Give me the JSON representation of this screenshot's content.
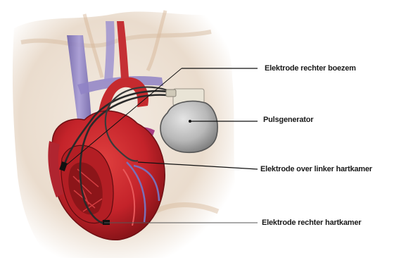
{
  "labels": {
    "right_atrium_lead": "Elektrode rechter boezem",
    "pulse_generator": "Pulsgenerator",
    "left_ventricle_lead": "Elektrode over linker hartkamer",
    "right_ventricle_lead": "Elektrode rechter hartkamer"
  },
  "colors": {
    "background": "#ffffff",
    "skin": "#eee3d6",
    "heart": "#c8262a",
    "heart_dark": "#8e1418",
    "vessel_blue": "#8a7fc0",
    "lead_wire": "#2a2a2a",
    "generator": "#b9b9b9",
    "leader_line": "#111111"
  }
}
